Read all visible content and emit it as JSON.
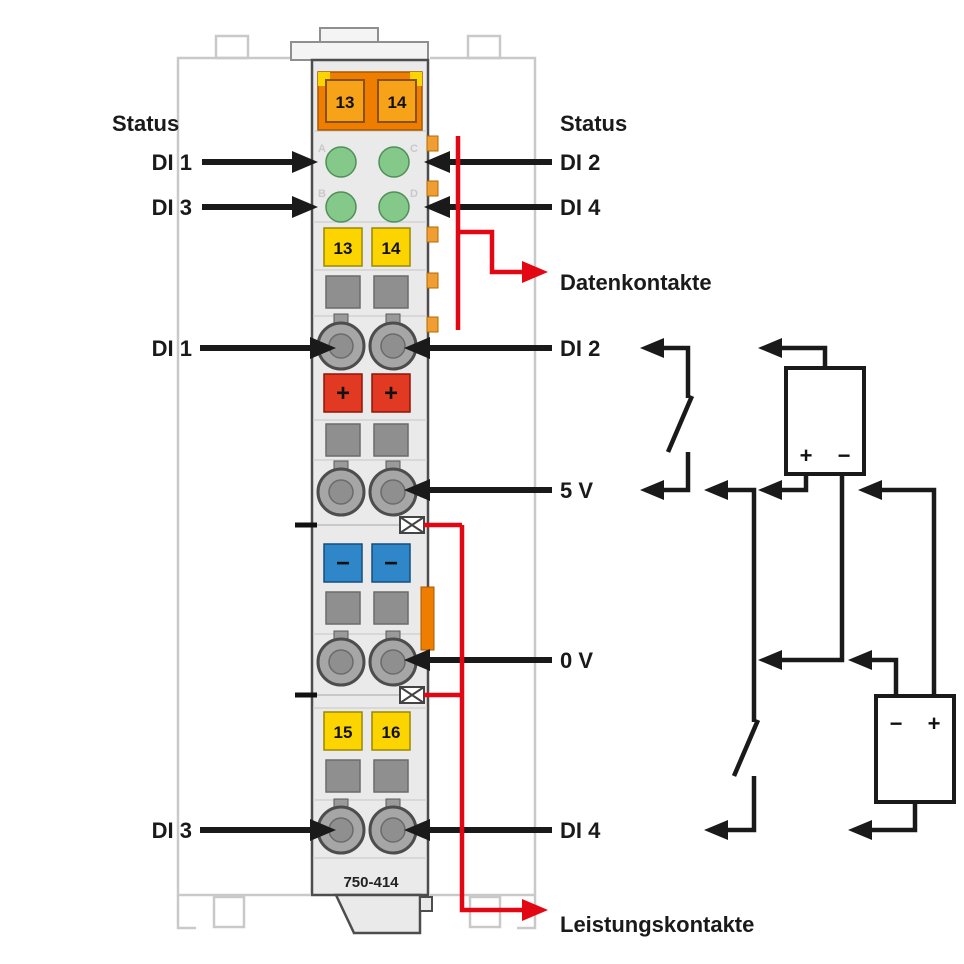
{
  "module": {
    "part_number": "750-414",
    "top_contact_labels": [
      "13",
      "14"
    ],
    "id_tab_labels_top": [
      "13",
      "14"
    ],
    "id_tab_labels_bottom": [
      "15",
      "16"
    ],
    "led_letters": [
      "A",
      "B",
      "C",
      "D"
    ],
    "plus_sign": "+",
    "minus_sign": "−"
  },
  "labels": {
    "status_left": "Status",
    "status_right": "Status",
    "di1_led": "DI 1",
    "di3_led": "DI 3",
    "di2_led": "DI 2",
    "di4_led": "DI 4",
    "datenkontakte": "Datenkontakte",
    "di1_terminal": "DI 1",
    "di2_terminal": "DI 2",
    "supply_5v": "5 V",
    "supply_0v": "0 V",
    "di3_terminal": "DI 3",
    "di4_terminal": "DI 4",
    "leistungskontakte": "Leistungskontakte"
  },
  "circuit": {
    "supply1_plus": "+",
    "supply1_minus": "−",
    "supply2_minus": "−",
    "supply2_plus": "+"
  },
  "colors": {
    "red_accent": "#e30613",
    "orange": "#ef7d00",
    "amber": "#f6a319",
    "yellow": "#fcd500",
    "led_green": "#84c88a",
    "terminal_red": "#e23a22",
    "terminal_blue": "#2f86c8",
    "line_black": "#1a1a1a"
  }
}
